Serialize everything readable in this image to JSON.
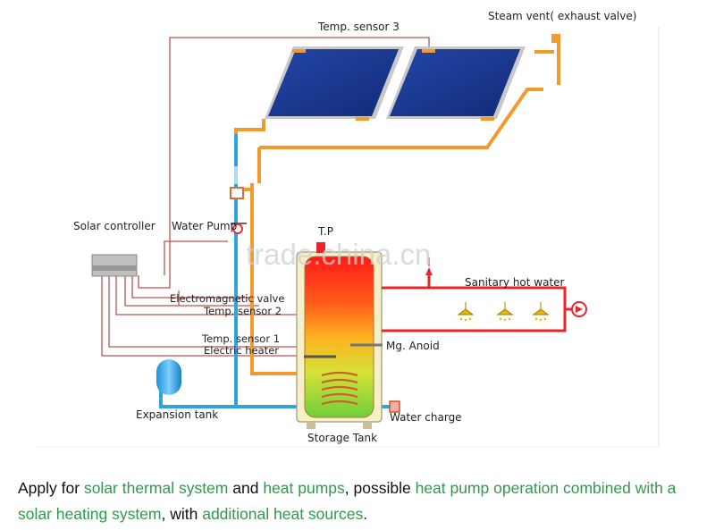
{
  "labels": {
    "temp_sensor_3": "Temp. sensor 3",
    "steam_vent": "Steam vent( exhaust valve)",
    "solar_controller": "Solar controller",
    "water_pump": "Water Pump",
    "tp": "T.P",
    "electromagnetic_valve": "Electromagnetic valve",
    "temp_sensor_2": "Temp. sensor 2",
    "temp_sensor_1": "Temp. sensor 1",
    "electric_heater": "Electric heater",
    "mg_anoid": "Mg. Anoid",
    "sanitary_hot_water": "Sanitary hot water",
    "expansion_tank": "Expansion tank",
    "water_charge": "Water charge",
    "storage_tank": "Storage Tank"
  },
  "watermark": "trade.china.cn",
  "caption": {
    "p1": "Apply for ",
    "h1": "solar thermal system",
    "p2": " and ",
    "h2": "heat pumps",
    "p3": ", possible ",
    "h3": "heat pump operation combined with a solar heating system",
    "p4": ", with ",
    "h4": "additional heat sources",
    "p5": "."
  },
  "colors": {
    "hot_pipe": "#f39a2e",
    "cold_pipe": "#2fa3dc",
    "signal_wire": "#c0504d",
    "hot_water_line": "#e8262a",
    "panel": "#1f3a93",
    "caption_highlight": "#2e9a4a"
  }
}
